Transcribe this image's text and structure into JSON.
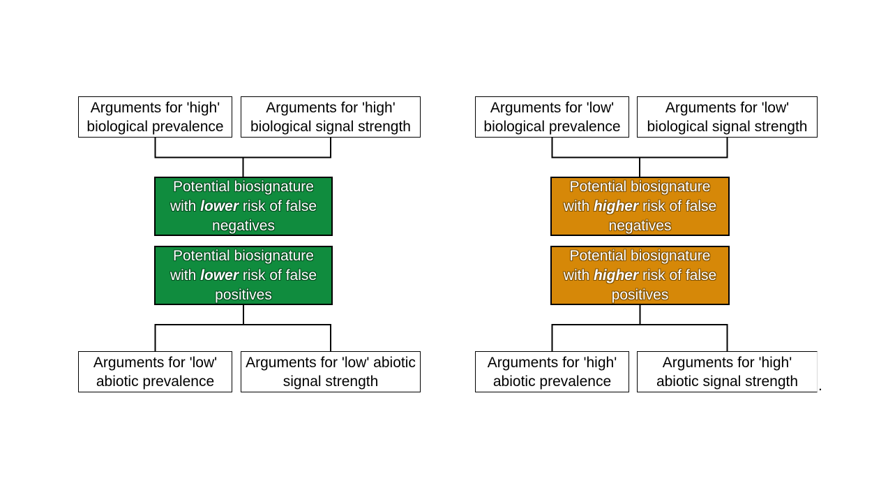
{
  "colors": {
    "green_fill": "#108c3e",
    "orange_fill": "#d68808",
    "box_border": "#000000",
    "background": "#ffffff"
  },
  "panels": {
    "left": {
      "top_left": "Arguments for 'high' biological prevalence",
      "top_right": "Arguments for 'high' biological signal strength",
      "center_color": "#108c3e",
      "center_boxes": [
        {
          "pre": "Potential biosignature with ",
          "emphasis": "lower",
          "post": " risk of false negatives"
        },
        {
          "pre": "Potential biosignature with ",
          "emphasis": "lower",
          "post": " risk of false positives"
        }
      ],
      "bottom_left": "Arguments for 'low' abiotic prevalence",
      "bottom_right": "Arguments for 'low' abiotic signal strength"
    },
    "right": {
      "top_left": "Arguments for 'low' biological prevalence",
      "top_right": "Arguments for 'low' biological signal strength",
      "center_color": "#d68808",
      "center_boxes": [
        {
          "pre": "Potential biosignature with ",
          "emphasis": "higher",
          "post": " risk of false negatives"
        },
        {
          "pre": "Potential biosignature with ",
          "emphasis": "higher",
          "post": " risk of false positives"
        }
      ],
      "bottom_left": "Arguments for 'high' abiotic prevalence",
      "bottom_right": "Arguments for 'high' abiotic signal strength"
    },
    "trailing_period": "."
  }
}
